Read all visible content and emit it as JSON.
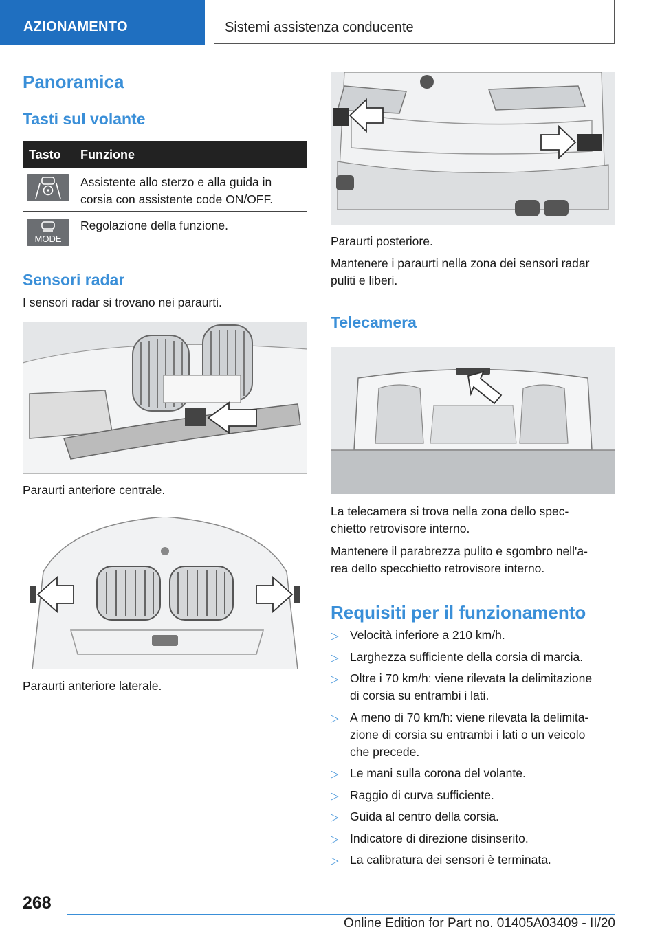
{
  "header": {
    "section": "AZIONAMENTO",
    "chapter": "Sistemi assistenza conducente"
  },
  "title": "Panoramica",
  "steering_buttons": {
    "heading": "Tasti sul volante",
    "col_key": "Tasto",
    "col_function": "Funzione",
    "rows": [
      {
        "icon": "lane-assist-icon",
        "line1": "Assistente allo sterzo e alla guida in",
        "line2": "corsia con assistente code ON/OFF."
      },
      {
        "icon": "mode-button-icon",
        "key_label": "MODE",
        "line1": "Regolazione della funzione."
      }
    ]
  },
  "radar": {
    "heading": "Sensori radar",
    "intro": "I sensori radar si trovano nei paraurti.",
    "caption_front_center": "Paraurti anteriore centrale.",
    "caption_front_side": "Paraurti anteriore laterale.",
    "caption_rear": "Paraurti posteriore.",
    "note_line1": "Mantenere i paraurti nella zona dei sensori radar",
    "note_line2": "puliti e liberi."
  },
  "camera": {
    "heading": "Telecamera",
    "p1_line1": "La telecamera si trova nella zona dello spec-",
    "p1_line2": "chietto retrovisore interno.",
    "p2_line1": "Mantenere il parabrezza pulito e sgombro nell'a-",
    "p2_line2": "rea dello specchietto retrovisore interno."
  },
  "requirements": {
    "heading": "Requisiti per il funzionamento",
    "items": [
      [
        "Velocità inferiore a 210 km/h."
      ],
      [
        "Larghezza sufficiente della corsia di marcia."
      ],
      [
        "Oltre i 70 km/h: viene rilevata la delimitazione",
        "di corsia su entrambi i lati."
      ],
      [
        "A meno di 70 km/h: viene rilevata la delimita-",
        "zione di corsia su entrambi i lati o un veicolo",
        "che precede."
      ],
      [
        "Le mani sulla corona del volante."
      ],
      [
        "Raggio di curva sufficiente."
      ],
      [
        "Guida al centro della corsia."
      ],
      [
        "Indicatore di direzione disinserito."
      ],
      [
        "La calibratura dei sensori è terminata."
      ]
    ]
  },
  "footer": {
    "page_number": "268",
    "edition": "Online Edition for Part no. 01405A03409 - II/20"
  },
  "colors": {
    "accent": "#3a8fd8",
    "header_bg": "#1f6fc0",
    "table_head": "#222222"
  }
}
